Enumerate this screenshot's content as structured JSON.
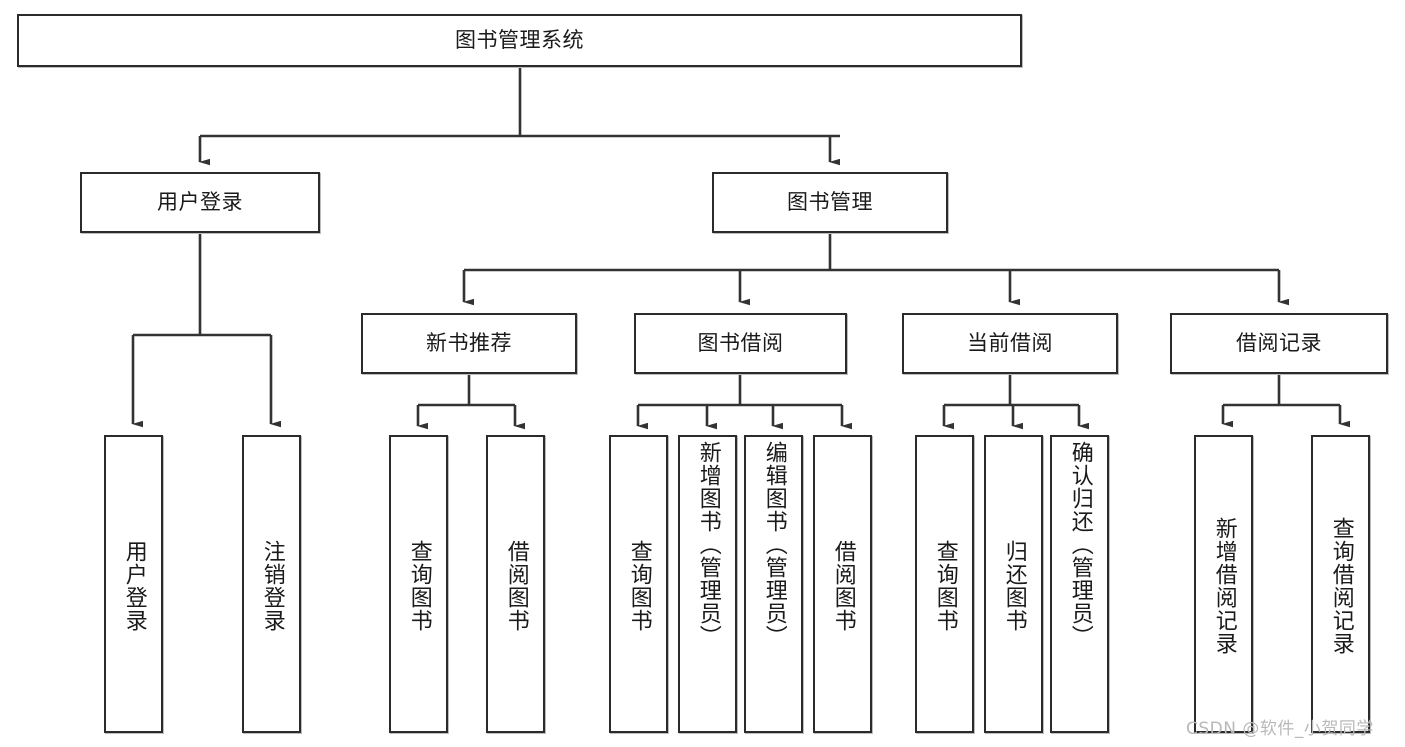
{
  "diagram": {
    "type": "hierarchy-tree",
    "title": "图书管理系统",
    "watermark": "CSDN @软件_小贺同学",
    "colors": {
      "box_border": "#2b2b2b",
      "box_fill": "#ffffff",
      "connector": "#333333",
      "text": "#1a1a1a",
      "watermark": "#b9b9b9"
    },
    "nodes": {
      "root": {
        "label": "图书管理系统",
        "orientation": "horizontal"
      },
      "level2": [
        {
          "label": "用户登录",
          "orientation": "horizontal"
        },
        {
          "label": "图书管理",
          "orientation": "horizontal"
        }
      ],
      "level3": [
        {
          "label": "新书推荐",
          "orientation": "horizontal"
        },
        {
          "label": "图书借阅",
          "orientation": "horizontal"
        },
        {
          "label": "当前借阅",
          "orientation": "horizontal"
        },
        {
          "label": "借阅记录",
          "orientation": "horizontal"
        }
      ],
      "leaves_user_login": [
        {
          "label": "用户登录",
          "orientation": "vertical"
        },
        {
          "label": "注销登录",
          "orientation": "vertical"
        }
      ],
      "leaves_new_book": [
        {
          "label": "查询图书",
          "orientation": "vertical"
        },
        {
          "label": "借阅图书",
          "orientation": "vertical"
        }
      ],
      "leaves_borrow": [
        {
          "label": "查询图书",
          "orientation": "vertical"
        },
        {
          "label": "新增图书（管理员）",
          "orientation": "vertical"
        },
        {
          "label": "编辑图书（管理员）",
          "orientation": "vertical"
        },
        {
          "label": "借阅图书",
          "orientation": "vertical"
        }
      ],
      "leaves_current": [
        {
          "label": "查询图书",
          "orientation": "vertical"
        },
        {
          "label": "归还图书",
          "orientation": "vertical"
        },
        {
          "label": "确认归还（管理员）",
          "orientation": "vertical"
        }
      ],
      "leaves_records": [
        {
          "label": "新增借阅记录",
          "orientation": "vertical"
        },
        {
          "label": "查询借阅记录",
          "orientation": "vertical"
        }
      ]
    }
  }
}
